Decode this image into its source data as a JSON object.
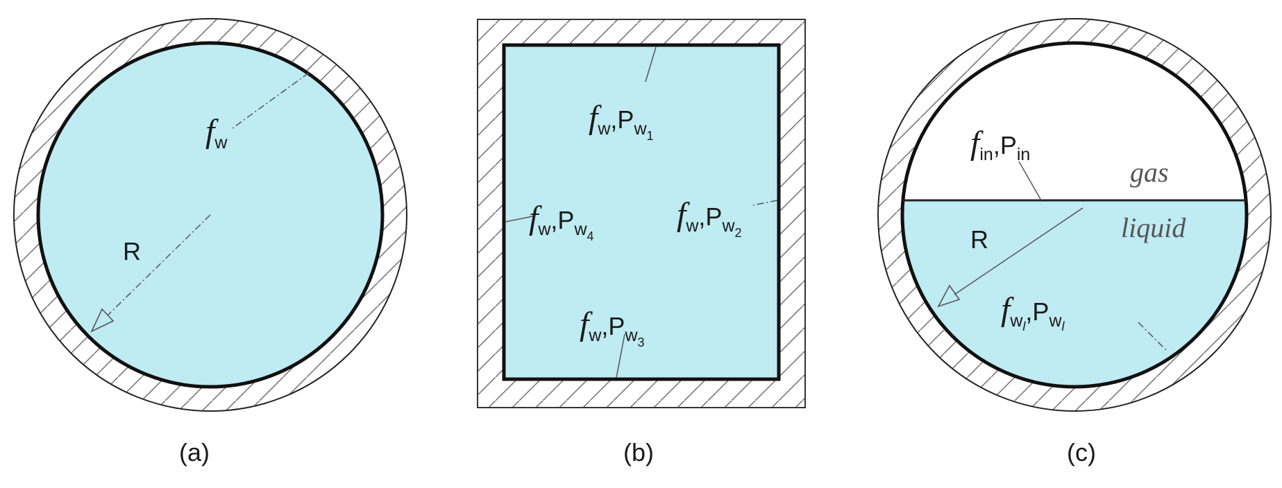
{
  "colors": {
    "fluid": "#bfebf2",
    "wall_outline": "#111111",
    "hatch": "#777777",
    "background": "#ffffff"
  },
  "panels": {
    "a": {
      "caption": "(a)",
      "radius_label": "R",
      "wall": {
        "f": "f",
        "sub": "w"
      }
    },
    "b": {
      "caption": "(b)",
      "walls": [
        {
          "f": "f",
          "sub": "w",
          "p": "P",
          "psub": "w",
          "index": "1"
        },
        {
          "f": "f",
          "sub": "w",
          "p": "P",
          "psub": "w",
          "index": "2"
        },
        {
          "f": "f",
          "sub": "w",
          "p": "P",
          "psub": "w",
          "index": "3"
        },
        {
          "f": "f",
          "sub": "w",
          "p": "P",
          "psub": "w",
          "index": "4"
        }
      ]
    },
    "c": {
      "caption": "(c)",
      "radius_label": "R",
      "gas_label": "gas",
      "liquid_label": "liquid",
      "interface": {
        "f": "f",
        "sub": "in",
        "p": "P",
        "psub": "in"
      },
      "liquid_wall": {
        "f": "f",
        "sub": "w",
        "index": "l",
        "p": "P",
        "psub": "w",
        "pindex": "l"
      }
    }
  }
}
